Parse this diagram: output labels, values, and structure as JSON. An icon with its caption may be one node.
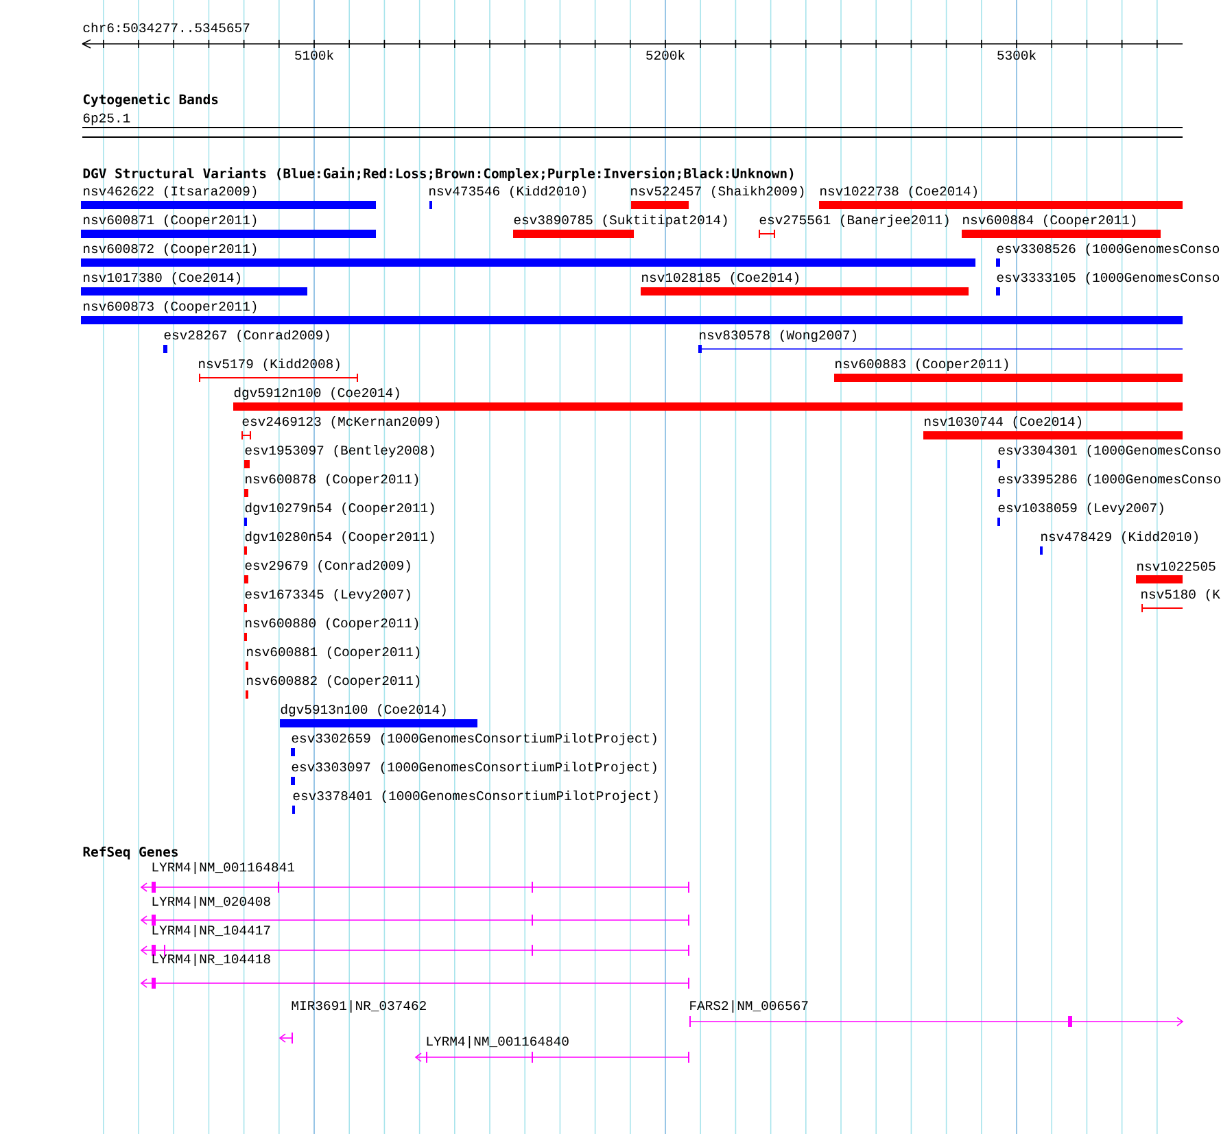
{
  "diagram": {
    "title": "chr6:5034277..5345657",
    "nodes": [
      {
        "text": [
          "nsv462622 (Itsara2009)"
        ]
      },
      {
        "text": [
          "nsv473546 (Kidd2010)"
        ]
      },
      {
        "text": [
          "nsv522457 (Shaikh2009)"
        ]
      },
      {
        "text": [
          "nsv1022738 (Coe2014)"
        ]
      },
      {
        "text": [
          "nsv600871 (Cooper2011)"
        ]
      },
      {
        "text": [
          "esv3890785 (Suktitipat2014)"
        ]
      },
      {
        "text": [
          "esv275561 (Banerjee2011)"
        ]
      },
      {
        "text": [
          "nsv600884 (Cooper2011)"
        ]
      },
      {
        "text": [
          "nsv600872 (Cooper2011)"
        ]
      },
      {
        "text": [
          "esv3308526 (1000GenomesConso"
        ]
      },
      {
        "text": [
          "nsv1017380 (Coe2014)"
        ]
      },
      {
        "text": [
          "nsv1028185 (Coe2014)"
        ]
      },
      {
        "text": [
          "esv3333105 (1000GenomesConso"
        ]
      },
      {
        "text": [
          "nsv600873 (Cooper2011)"
        ]
      },
      {
        "text": [
          "esv28267 (Conrad2009)"
        ]
      },
      {
        "text": [
          "nsv830578 (Wong2007)"
        ]
      },
      {
        "text": [
          "nsv5179 (Kidd2008)"
        ]
      },
      {
        "text": [
          "nsv600883 (Cooper2011)"
        ]
      },
      {
        "text": [
          "dgv5912n100 (Coe2014)"
        ]
      },
      {
        "text": [
          "esv2469123 (McKernan2009)"
        ]
      },
      {
        "text": [
          "nsv1030744 (Coe2014)"
        ]
      },
      {
        "text": [
          "esv1953097 (Bentley2008)"
        ]
      },
      {
        "text": [
          "esv3304301 (1000GenomesConso"
        ]
      },
      {
        "text": [
          "nsv600878 (Cooper2011)"
        ]
      },
      {
        "text": [
          "esv3395286 (1000GenomesConso"
        ]
      },
      {
        "text": [
          "dgv10279n54 (Cooper2011)"
        ]
      },
      {
        "text": [
          "esv1038059 (Levy2007)"
        ]
      },
      {
        "text": [
          "dgv10280n54 (Cooper2011)"
        ]
      },
      {
        "text": [
          "nsv478429 (Kidd2010)"
        ]
      },
      {
        "text": [
          "esv29679 (Conrad2009)"
        ]
      },
      {
        "text": [
          "nsv1022505"
        ]
      },
      {
        "text": [
          "esv1673345 (Levy2007)"
        ]
      },
      {
        "text": [
          "nsv5180 (K"
        ]
      },
      {
        "text": [
          "nsv600880 (Cooper2011)"
        ]
      },
      {
        "text": [
          "nsv600881 (Cooper2011)"
        ]
      },
      {
        "text": [
          "nsv600882 (Cooper2011)"
        ]
      },
      {
        "text": [
          "dgv5913n100 (Coe2014)"
        ]
      },
      {
        "text": [
          "esv3302659 (1000GenomesConsortiumPilotProject)"
        ]
      },
      {
        "text": [
          "esv3303097 (1000GenomesConsortiumPilotProject)"
        ]
      },
      {
        "text": [
          "esv3378401 (1000GenomesConsortiumPilotProject)"
        ]
      },
      {
        "text": [
          "LYRM4|NM_001164841"
        ]
      },
      {
        "text": [
          "LYRM4|NM_020408"
        ]
      },
      {
        "text": [
          "LYRM4|NR_104417"
        ]
      },
      {
        "text": [
          "LYRM4|NR_104418"
        ]
      },
      {
        "text": [
          "MIR3691|NR_037462"
        ]
      },
      {
        "text": [
          "FARS2|NM_006567"
        ]
      },
      {
        "text": [
          "LYRM4|NM_001164840"
        ]
      }
    ],
    "labels": [
      "5100k",
      "5200k",
      "5300k",
      "Cytogenetic Bands",
      "6p25.1",
      "DGV Structural Variants (Blue:Gain;Red:Loss;Brown:Complex;Purple:Inversion;Black:Unknown)",
      "RefSeq Genes"
    ]
  }
}
